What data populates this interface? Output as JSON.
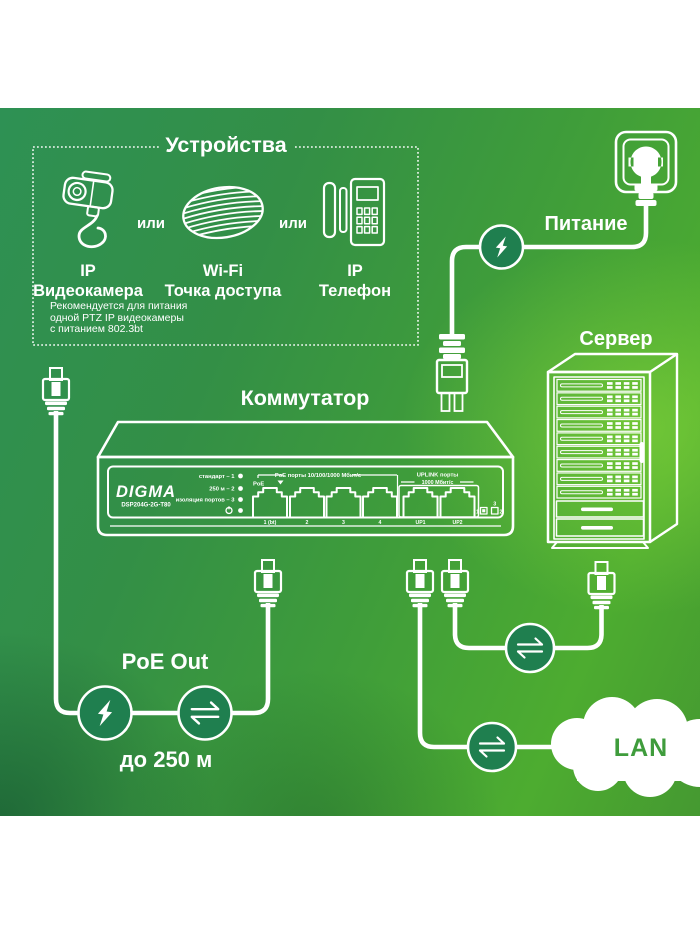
{
  "devices_box": {
    "title": "Устройства",
    "or1": "или",
    "or2": "или",
    "camera_line1": "IP",
    "camera_line2": "Видеокамера",
    "wifi_line1": "Wi-Fi",
    "wifi_line2": "Точка доступа",
    "phone_line1": "IP",
    "phone_line2": "Телефон",
    "note_line1": "Рекомендуется для питания",
    "note_line2": "одной PTZ IP видеокамеры",
    "note_line3": "с питанием 802.3bt"
  },
  "power": {
    "label": "Питание"
  },
  "switch": {
    "title": "Коммутатор",
    "brand": "DIGMA",
    "model": "DSP204G-2G-T80",
    "led1": "стандарт – 1",
    "led2": "250 м – 2",
    "led3": "изоляция портов – 3",
    "poe_label": "PoE",
    "poe_header": "PoE порты 10/100/1000 Мбит/с",
    "port1": "1 (bt)",
    "port2": "2",
    "port3": "3",
    "port4": "4",
    "uplink_header": "UPLINK порты",
    "uplink_speed": "1000 Мбит/с",
    "uplink1": "UP1",
    "uplink2": "UP2",
    "dip1": "1",
    "dip2": "2",
    "dip3": "3"
  },
  "server": {
    "title": "Сервер"
  },
  "poe_out": {
    "label": "PoE Out",
    "distance": "до 250 м"
  },
  "lan": {
    "label": "LAN"
  },
  "colors": {
    "background_bright": "#4fae2f",
    "background_dark": "#1d6b41",
    "circle_fill": "#1f7f4f",
    "lan_text": "#3f9c3c",
    "line": "#ffffff"
  }
}
